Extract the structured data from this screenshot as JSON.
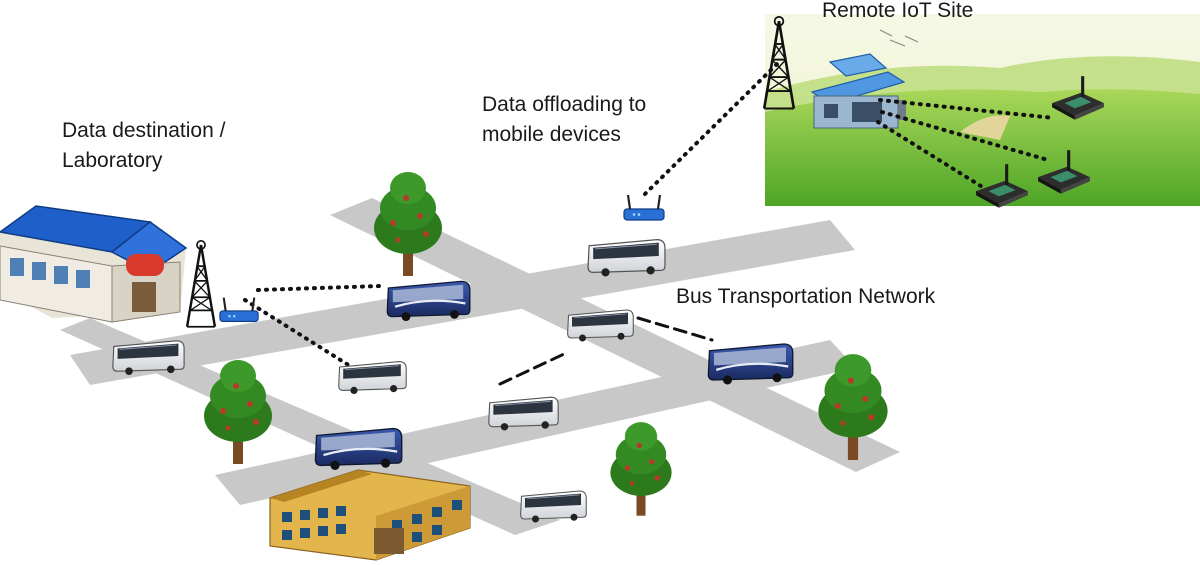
{
  "labels": {
    "lab_line1": "Data destination /",
    "lab_line2": "Laboratory",
    "offload_line1": "Data offloading to",
    "offload_line2": "mobile devices",
    "bus_network": "Bus Transportation Network",
    "remote_site": "Remote IoT Site"
  },
  "colors": {
    "road": "#c8c8c8",
    "roof_blue": "#1f5fc9",
    "tree_green": "#2e7d1f",
    "field_green": "#79c23a",
    "bus_navy": "#233a7c",
    "link": "#111111"
  },
  "icons": [
    "tower-icon",
    "router-icon",
    "bus-icon",
    "tree-icon",
    "building-icon",
    "sensor-node-icon"
  ]
}
